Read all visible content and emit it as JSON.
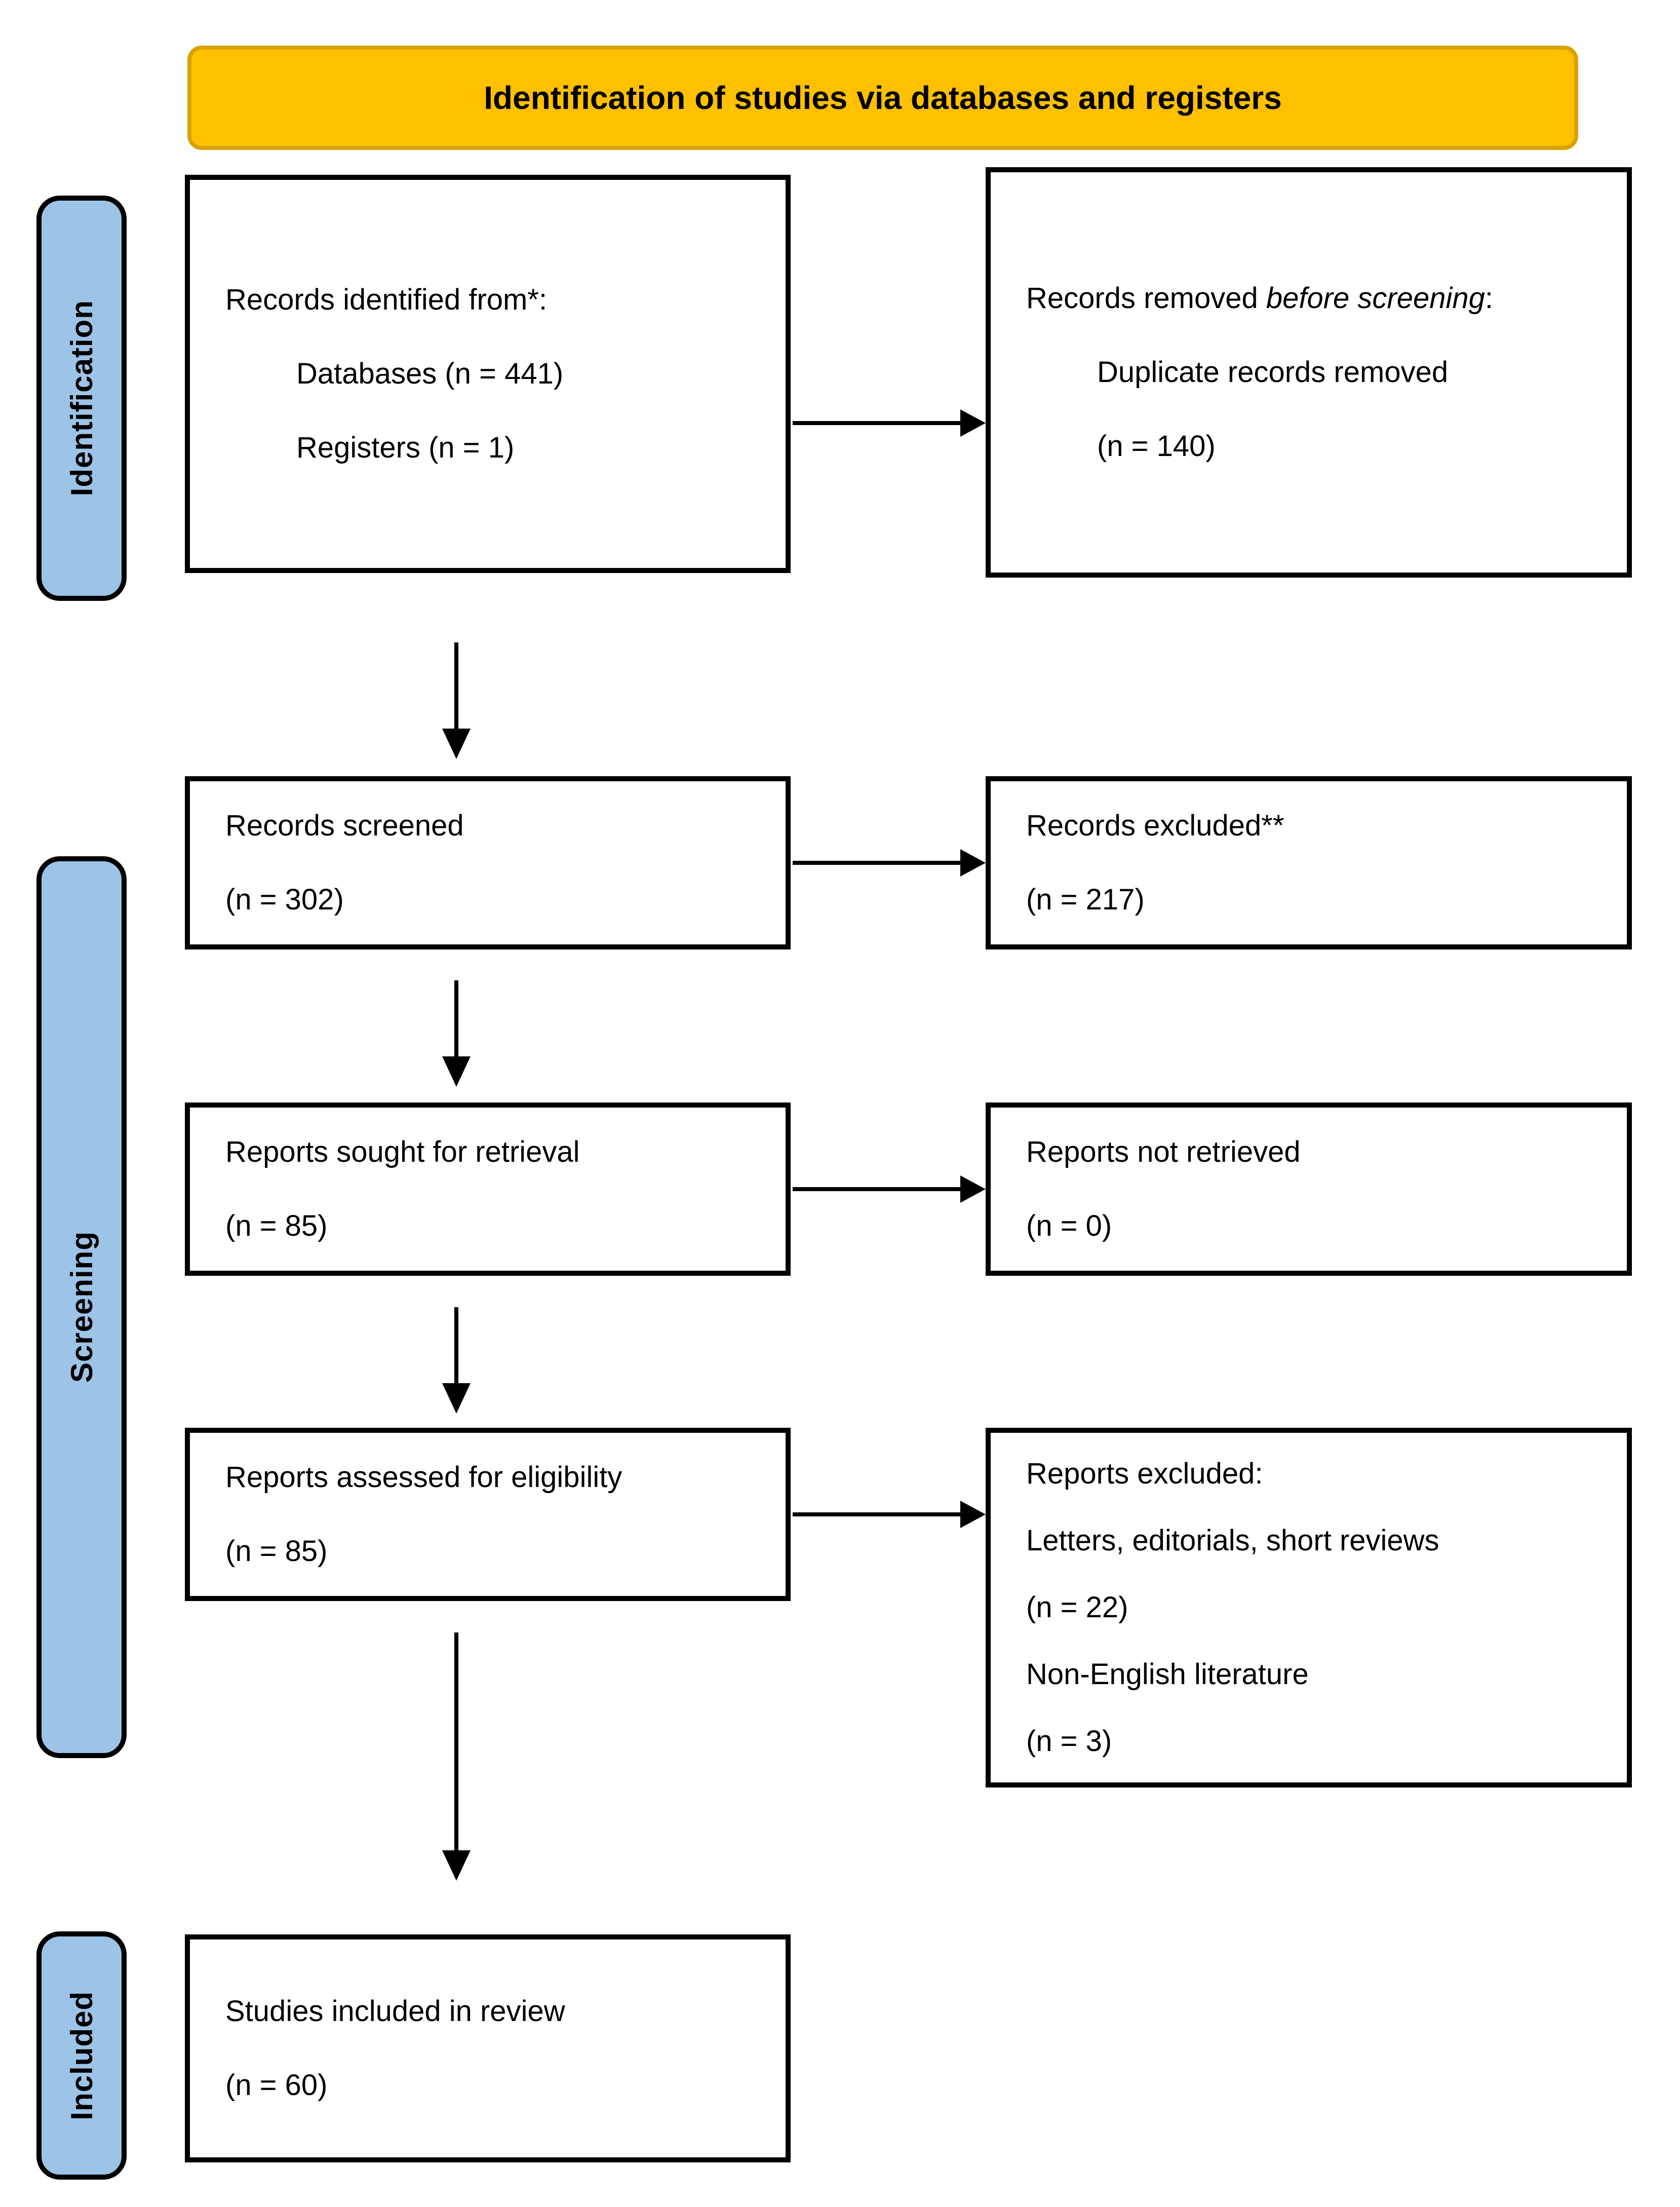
{
  "header": {
    "title": "Identification of studies via databases and registers"
  },
  "stages": {
    "identification": "Identification",
    "screening": "Screening",
    "included": "Included"
  },
  "flow": {
    "identified": {
      "title": "Records identified from*:",
      "databases": "Databases (n = 441)",
      "registers": "Registers (n = 1)"
    },
    "removed": {
      "title_prefix": "Records removed ",
      "title_italic": "before screening",
      "title_suffix": ":",
      "line2": "Duplicate records removed",
      "line3": "(n = 140)"
    },
    "screened": {
      "line1": "Records screened",
      "line2": "(n = 302)"
    },
    "excluded": {
      "line1": "Records excluded**",
      "line2": "(n = 217)"
    },
    "sought": {
      "line1": "Reports sought for retrieval",
      "line2": "(n = 85)"
    },
    "not_retrieved": {
      "line1": "Reports not retrieved",
      "line2": "(n = 0)"
    },
    "assessed": {
      "line1": "Reports assessed for eligibility",
      "line2": "(n = 85)"
    },
    "reports_excluded": {
      "line1": "Reports excluded:",
      "line2": "Letters, editorials, short reviews",
      "line3": "(n = 22)",
      "line4": "Non-English literature",
      "line5": "(n = 3)"
    },
    "included_studies": {
      "line1": "Studies included in review",
      "line2": "(n = 60)"
    }
  },
  "counts": {
    "databases": 441,
    "registers": 1,
    "duplicates_removed": 140,
    "screened": 302,
    "records_excluded": 217,
    "sought_retrieval": 85,
    "not_retrieved": 0,
    "assessed_eligibility": 85,
    "letters_editorials_short_reviews": 22,
    "non_english_literature": 3,
    "included_in_review": 60
  },
  "colors": {
    "banner_fill": "#FFC000",
    "banner_border": "#D9A200",
    "stage_fill": "#9DC3E6",
    "box_border": "#000000",
    "background": "#FFFFFF"
  }
}
